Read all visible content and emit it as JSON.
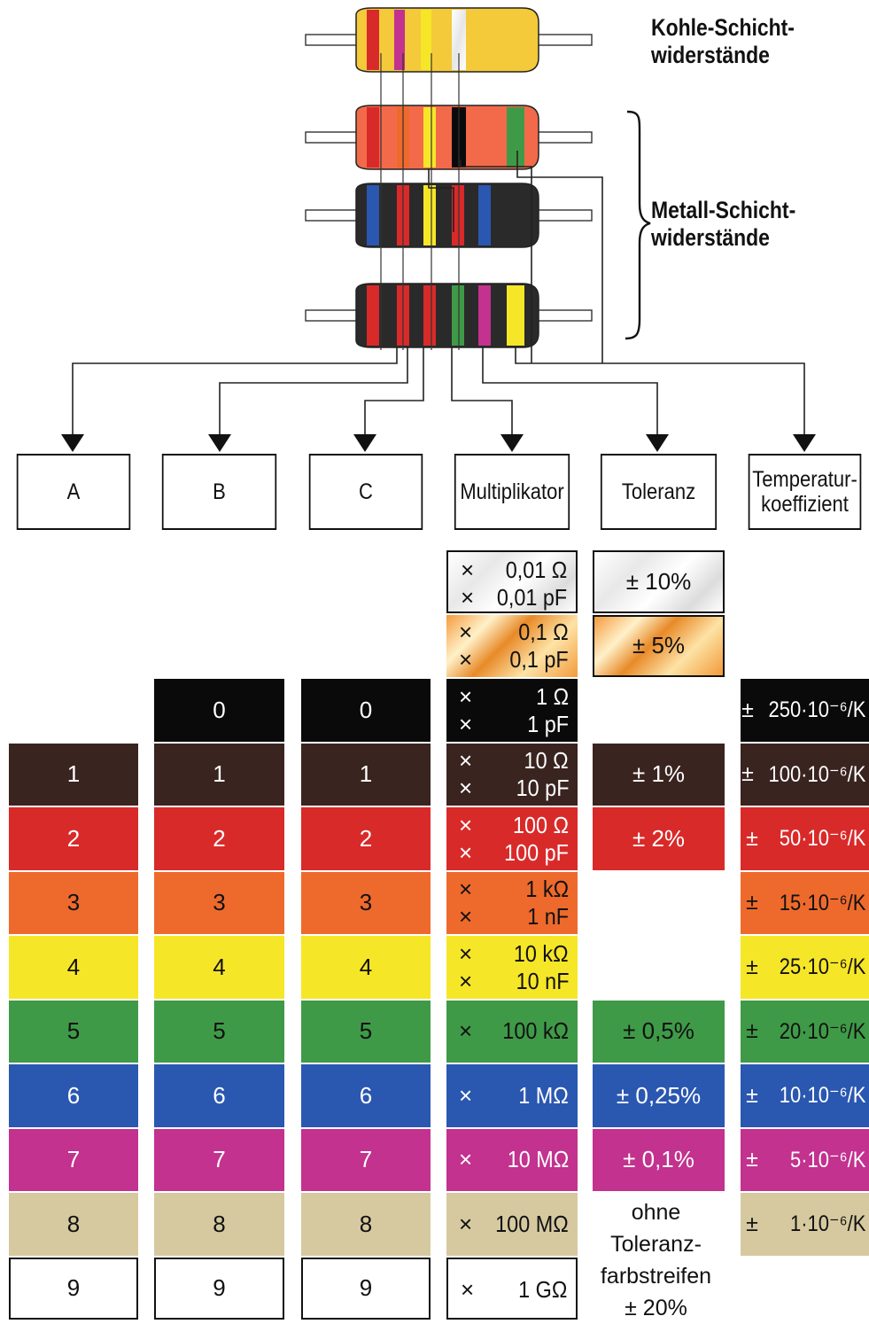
{
  "titles": {
    "kohle": [
      "Kohle-Schicht-",
      "widerstände"
    ],
    "metall": [
      "Metall-Schicht-",
      "widerstände"
    ]
  },
  "headers": {
    "a": "A",
    "b": "B",
    "c": "C",
    "multiplikator": "Multiplikator",
    "toleranz": "Toleranz",
    "temperatur": [
      "Temperatur-",
      "koeffizient"
    ]
  },
  "colors": {
    "black": "#0a0a0a",
    "brown": "#3a2420",
    "red": "#d92a2a",
    "orange": "#ee6a2c",
    "yellow": "#f6e628",
    "green": "#3f9a48",
    "blue": "#2a57b0",
    "violet": "#c2328e",
    "gray": "#d6c9a0",
    "white": "#ffffff"
  },
  "digits": {
    "a_rows": [
      {
        "label": "1",
        "color": "brown"
      },
      {
        "label": "2",
        "color": "red"
      },
      {
        "label": "3",
        "color": "orange"
      },
      {
        "label": "4",
        "color": "yellow"
      },
      {
        "label": "5",
        "color": "green"
      },
      {
        "label": "6",
        "color": "blue"
      },
      {
        "label": "7",
        "color": "violet"
      },
      {
        "label": "8",
        "color": "gray"
      },
      {
        "label": "9",
        "color": "white"
      }
    ],
    "bc_rows": [
      {
        "label": "0",
        "color": "black"
      },
      {
        "label": "1",
        "color": "brown"
      },
      {
        "label": "2",
        "color": "red"
      },
      {
        "label": "3",
        "color": "orange"
      },
      {
        "label": "4",
        "color": "yellow"
      },
      {
        "label": "5",
        "color": "green"
      },
      {
        "label": "6",
        "color": "blue"
      },
      {
        "label": "7",
        "color": "violet"
      },
      {
        "label": "8",
        "color": "gray"
      },
      {
        "label": "9",
        "color": "white"
      }
    ]
  },
  "multiplier": [
    {
      "color": "silver",
      "lines": [
        {
          "x": "×",
          "v": "0,01 Ω"
        },
        {
          "x": "×",
          "v": "0,01 pF"
        }
      ]
    },
    {
      "color": "gold",
      "lines": [
        {
          "x": "×",
          "v": "0,1 Ω"
        },
        {
          "x": "×",
          "v": "0,1 pF"
        }
      ]
    },
    {
      "color": "black",
      "lines": [
        {
          "x": "×",
          "v": "1 Ω"
        },
        {
          "x": "×",
          "v": "1 pF"
        }
      ]
    },
    {
      "color": "brown",
      "lines": [
        {
          "x": "×",
          "v": "10 Ω"
        },
        {
          "x": "×",
          "v": "10 pF"
        }
      ]
    },
    {
      "color": "red",
      "lines": [
        {
          "x": "×",
          "v": "100 Ω"
        },
        {
          "x": "×",
          "v": "100 pF"
        }
      ]
    },
    {
      "color": "orange",
      "lines": [
        {
          "x": "×",
          "v": "1 kΩ"
        },
        {
          "x": "×",
          "v": "1 nF"
        }
      ]
    },
    {
      "color": "yellow",
      "lines": [
        {
          "x": "×",
          "v": "10 kΩ"
        },
        {
          "x": "×",
          "v": "10 nF"
        }
      ]
    },
    {
      "color": "green",
      "lines": [
        {
          "x": "×",
          "v": "100 kΩ"
        }
      ]
    },
    {
      "color": "blue",
      "lines": [
        {
          "x": "×",
          "v": "1 MΩ"
        }
      ]
    },
    {
      "color": "violet",
      "lines": [
        {
          "x": "×",
          "v": "10 MΩ"
        }
      ]
    },
    {
      "color": "gray",
      "lines": [
        {
          "x": "×",
          "v": "100 MΩ"
        }
      ]
    },
    {
      "color": "white",
      "lines": [
        {
          "x": "×",
          "v": "1 GΩ"
        }
      ]
    }
  ],
  "tolerance": [
    {
      "slot": 0,
      "color": "silver",
      "label": "± 10%"
    },
    {
      "slot": 1,
      "color": "gold",
      "label": "± 5%"
    },
    {
      "slot": 3,
      "color": "brown",
      "label": "± 1%"
    },
    {
      "slot": 4,
      "color": "red",
      "label": "± 2%"
    },
    {
      "slot": 7,
      "color": "green",
      "label": "± 0,5%"
    },
    {
      "slot": 8,
      "color": "blue",
      "label": "± 0,25%"
    },
    {
      "slot": 9,
      "color": "violet",
      "label": "± 0,1%"
    }
  ],
  "tolerance_note": [
    "ohne",
    "Toleranz-",
    "farbstreifen",
    "± 20%"
  ],
  "tempco": [
    {
      "color": "black",
      "pm": "±",
      "v": "250·10⁻⁶/K"
    },
    {
      "color": "brown",
      "pm": "±",
      "v": "100·10⁻⁶/K"
    },
    {
      "color": "red",
      "pm": "±",
      "v": "50·10⁻⁶/K"
    },
    {
      "color": "orange",
      "pm": "±",
      "v": "15·10⁻⁶/K"
    },
    {
      "color": "yellow",
      "pm": "±",
      "v": "25·10⁻⁶/K"
    },
    {
      "color": "green",
      "pm": "±",
      "v": "20·10⁻⁶/K"
    },
    {
      "color": "blue",
      "pm": "±",
      "v": "10·10⁻⁶/K"
    },
    {
      "color": "violet",
      "pm": "±",
      "v": "5·10⁻⁶/K"
    },
    {
      "color": "gray",
      "pm": "±",
      "v": "1·10⁻⁶/K"
    }
  ],
  "resistors": [
    {
      "body": "#f4c93a",
      "bands": [
        "red",
        "violet",
        "yellow",
        "silver"
      ]
    },
    {
      "body": "#f26a4a",
      "bands": [
        "red",
        "orange",
        "yellow",
        "black",
        "green"
      ]
    },
    {
      "body": "#2a2a2a",
      "bands": [
        "blue",
        "red",
        "yellow",
        "red",
        "blue"
      ]
    },
    {
      "body": "#2a2a2a",
      "bands": [
        "red",
        "red",
        "red",
        "green",
        "violet",
        "yellow"
      ]
    }
  ]
}
